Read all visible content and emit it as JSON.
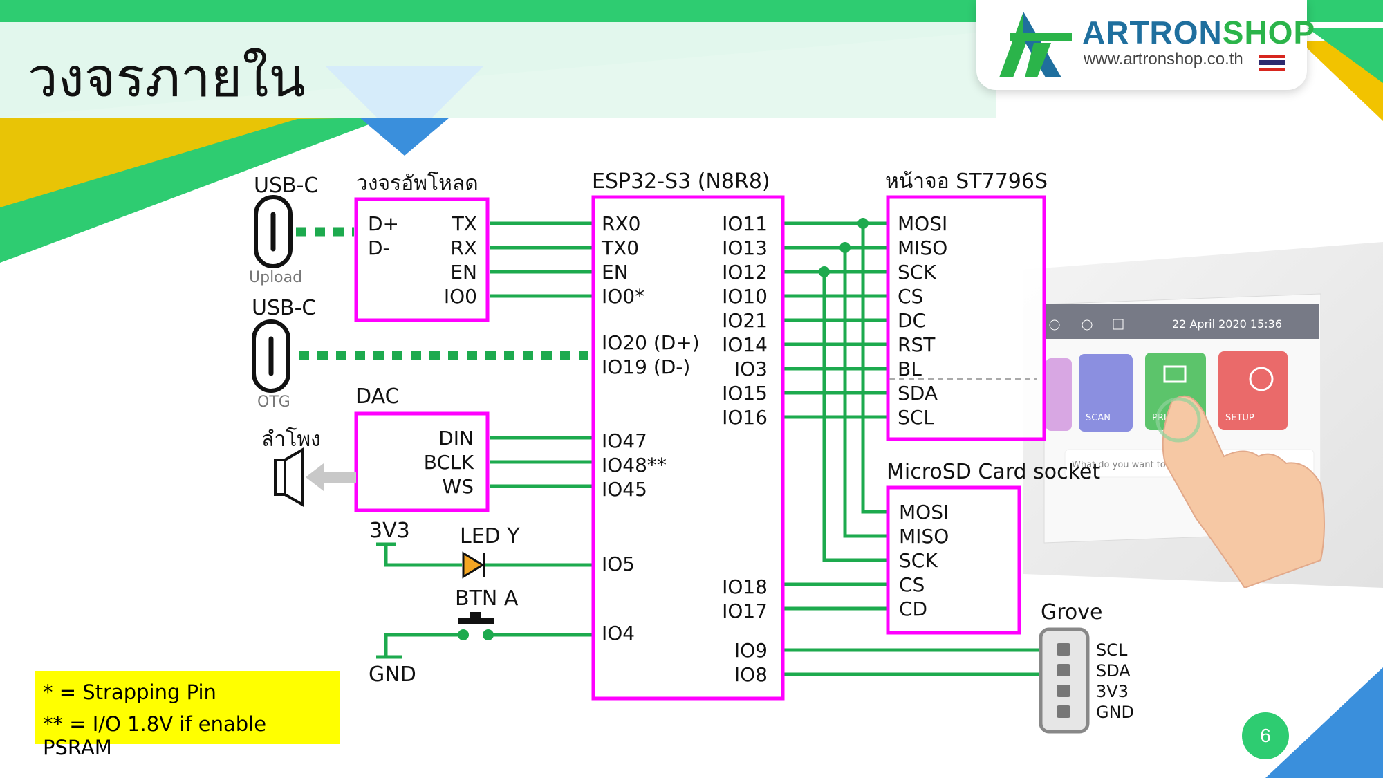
{
  "page": {
    "title": "วงจรภายใน",
    "number": "6",
    "colors": {
      "wire": "#1daa4e",
      "block_border": "#ff00ff",
      "accent_green": "#2ecc71",
      "accent_blue": "#3a8fdc",
      "accent_yellow": "#f2c300"
    }
  },
  "logo": {
    "brand_a": "ARTRON",
    "brand_b": "SHOP",
    "url": "www.artronshop.co.th"
  },
  "usb_upload": {
    "label": "USB-C",
    "caption": "Upload"
  },
  "usb_otg": {
    "label": "USB-C",
    "caption": "OTG"
  },
  "upload_circuit": {
    "title": "วงจรอัพโหลด",
    "left_pins": [
      "D+",
      "D-"
    ],
    "right_pins": [
      "TX",
      "RX",
      "EN",
      "IO0"
    ]
  },
  "dac": {
    "title": "DAC",
    "pins": [
      "DIN",
      "BCLK",
      "WS"
    ]
  },
  "speaker": {
    "label": "ลำโพง"
  },
  "mcu": {
    "title": "ESP32-S3 (N8R8)",
    "left_pins": [
      "RX0",
      "TX0",
      "EN",
      "IO0*",
      "IO20 (D+)",
      "IO19 (D-)",
      "IO47",
      "IO48**",
      "IO45",
      "IO5",
      "IO4"
    ],
    "right_pins": [
      "IO11",
      "IO13",
      "IO12",
      "IO10",
      "IO21",
      "IO14",
      "IO3",
      "IO15",
      "IO16",
      "IO18",
      "IO17",
      "IO9",
      "IO8"
    ]
  },
  "display": {
    "title": "หน้าจอ ST7796S",
    "pins": [
      "MOSI",
      "MISO",
      "SCK",
      "CS",
      "DC",
      "RST",
      "BL",
      "SDA",
      "SCL"
    ]
  },
  "sdcard": {
    "title": "MicroSD Card socket",
    "pins": [
      "MOSI",
      "MISO",
      "SCK",
      "CS",
      "CD"
    ]
  },
  "grove": {
    "title": "Grove",
    "pins": [
      "SCL",
      "SDA",
      "3V3",
      "GND"
    ]
  },
  "power": {
    "vcc": "3V3",
    "gnd": "GND"
  },
  "led": {
    "label": "LED Y",
    "color": "#f5a623"
  },
  "button": {
    "label": "BTN A"
  },
  "legend": {
    "line1": "* = Strapping Pin",
    "line2": "** = I/O 1.8V if enable PSRAM"
  },
  "device_photo": {
    "datetime": "22 April 2020 15:36",
    "tiles": [
      "SCAN",
      "PRINT",
      "SETUP"
    ],
    "prompt": "What do you want to do today?"
  }
}
